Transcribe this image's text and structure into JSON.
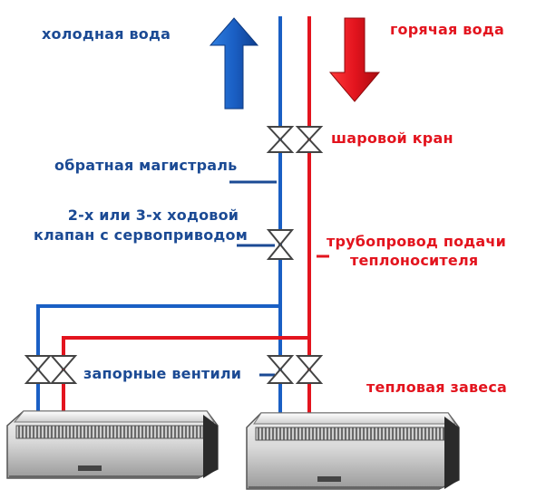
{
  "labels": {
    "cold_water": "холодная вода",
    "hot_water": "горячая вода",
    "ball_valve": "шаровой кран",
    "return_line": "обратная магистраль",
    "servo_valve_line1": "2-х или 3-х ходовой",
    "servo_valve_line2": "клапан с сервоприводом",
    "supply_line1": "трубопровод подачи",
    "supply_line2": "теплоносителя",
    "shutoff_valves": "запорные вентили",
    "air_curtain": "тепловая завеса"
  },
  "colors": {
    "cold": "#1a5fc4",
    "hot": "#e3141e",
    "cold_text": "#1b4a94",
    "hot_text": "#e3141e"
  },
  "icons": [
    "arrow-up-icon",
    "arrow-down-icon",
    "valve-icon",
    "air-curtain-unit"
  ]
}
